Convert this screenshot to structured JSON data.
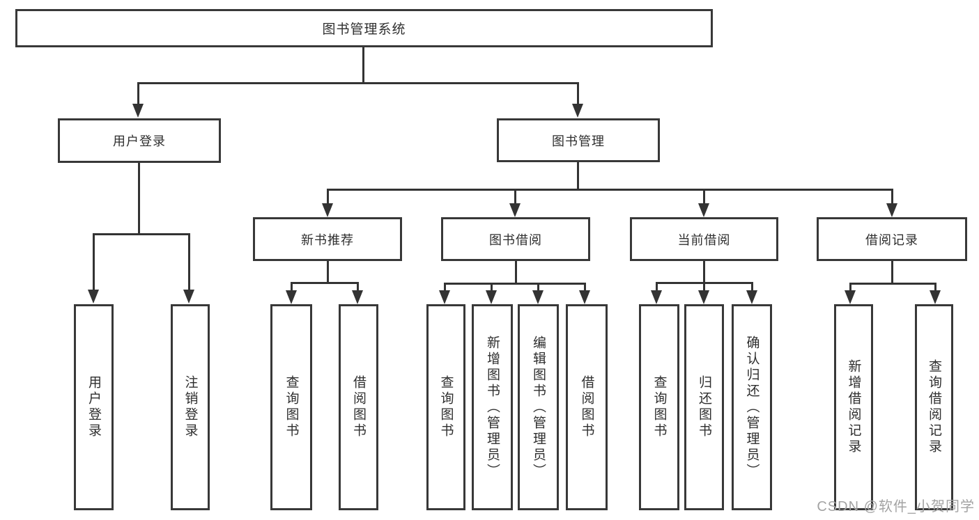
{
  "diagram_title": "图书管理系统",
  "colors": {
    "line": "#333333",
    "box_border": "#383838",
    "box_background": "#ffffff",
    "text": "#2e2e2e",
    "watermark": "#a3a3a3"
  },
  "watermark": {
    "text": "CSDN @软件_小贺同学"
  },
  "tree": {
    "label": "图书管理系统",
    "children": [
      {
        "label": "用户登录",
        "children": [
          {
            "label": "用户登录"
          },
          {
            "label": "注销登录"
          }
        ]
      },
      {
        "label": "图书管理",
        "children": [
          {
            "label": "新书推荐",
            "children": [
              {
                "label": "查询图书"
              },
              {
                "label": "借阅图书"
              }
            ]
          },
          {
            "label": "图书借阅",
            "children": [
              {
                "label": "查询图书"
              },
              {
                "label": "新增图书（管理员）"
              },
              {
                "label": "编辑图书（管理员）"
              },
              {
                "label": "借阅图书"
              }
            ]
          },
          {
            "label": "当前借阅",
            "children": [
              {
                "label": "查询图书"
              },
              {
                "label": "归还图书"
              },
              {
                "label": "确认归还（管理员）"
              }
            ]
          },
          {
            "label": "借阅记录",
            "children": [
              {
                "label": "新增借阅记录"
              },
              {
                "label": "查询借阅记录"
              }
            ]
          }
        ]
      }
    ]
  }
}
